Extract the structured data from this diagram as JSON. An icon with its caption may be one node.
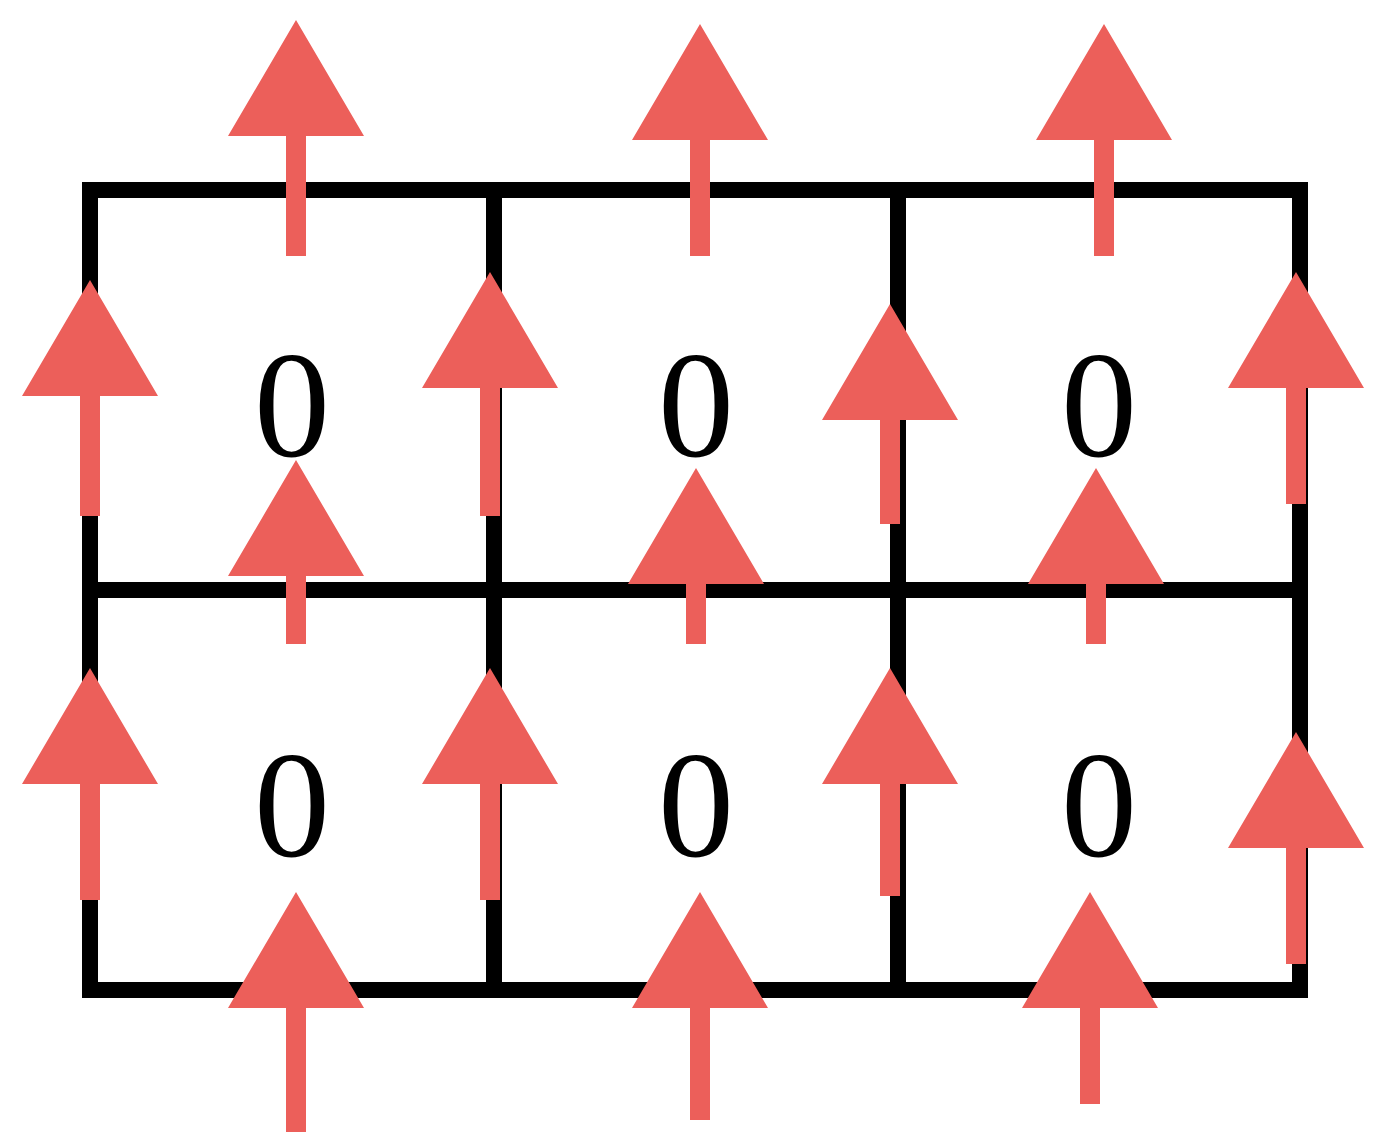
{
  "diagram": {
    "labels": [
      "0",
      "0",
      "0",
      "0",
      "0",
      "0"
    ]
  }
}
